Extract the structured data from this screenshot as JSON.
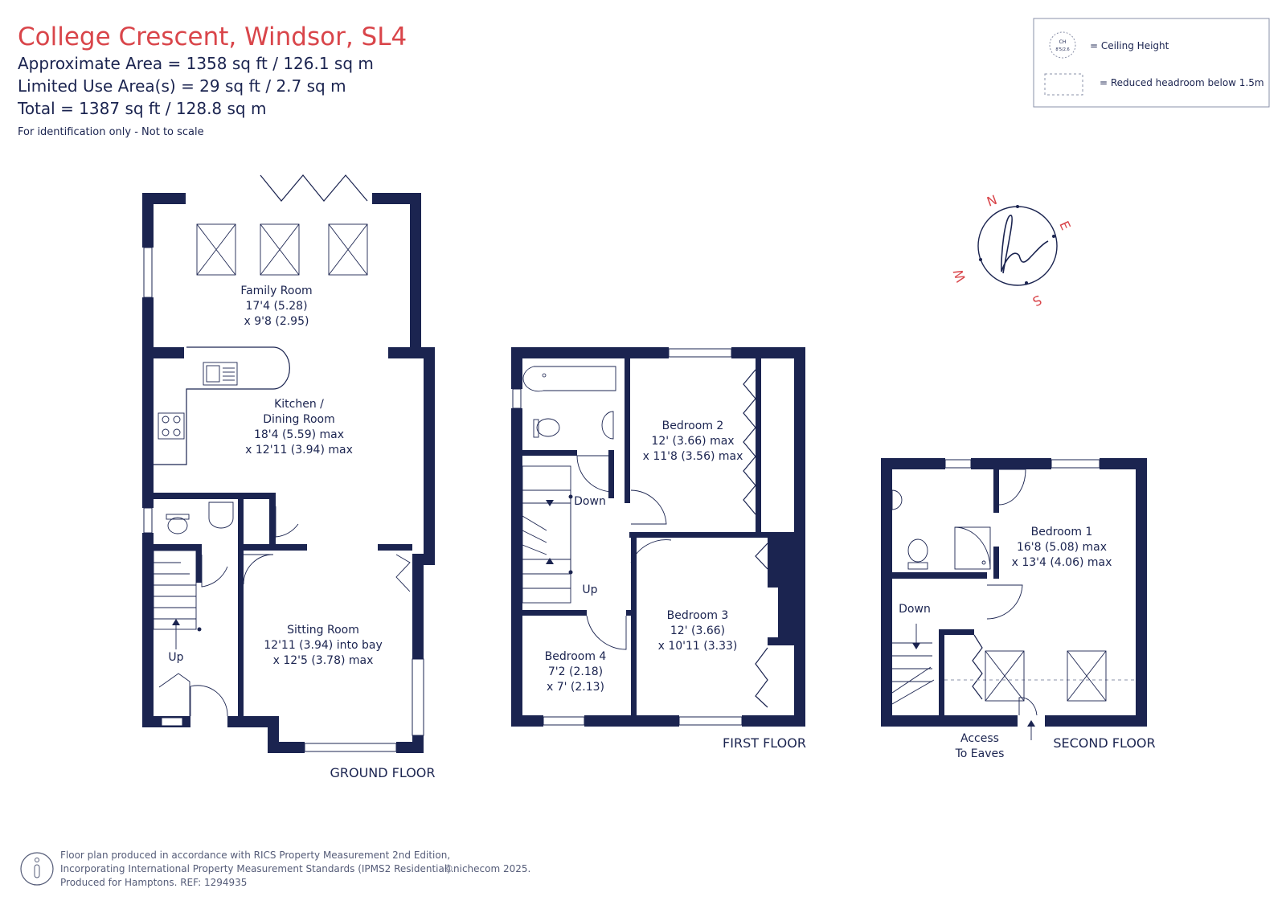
{
  "header": {
    "title": "College Crescent, Windsor, SL4",
    "approx_area": "Approximate Area = 1358  sq ft / 126.1  sq m",
    "limited_area": "Limited Use Area(s) = 29  sq ft / 2.7  sq m",
    "total_area": "Total = 1387 sq ft / 128.8 sq m",
    "note": "For identification only - Not to scale"
  },
  "legend": {
    "ch_symbol_line1": "CH",
    "ch_symbol_line2": "8'5/2.6",
    "ch_label": "= Ceiling Height",
    "reduced_label": "= Reduced headroom below 1.5m"
  },
  "compass": {
    "n": "N",
    "e": "E",
    "s": "S",
    "w": "W"
  },
  "ground_floor": {
    "label": "GROUND FLOOR",
    "family_room": {
      "name": "Family Room",
      "dim1": "17'4 (5.28)",
      "dim2": "x 9'8 (2.95)"
    },
    "kitchen": {
      "name1": "Kitchen /",
      "name2": "Dining Room",
      "dim1": "18'4 (5.59) max",
      "dim2": "x 12'11 (3.94) max"
    },
    "sitting_room": {
      "name": "Sitting Room",
      "dim1": "12'11 (3.94) into bay",
      "dim2": "x 12'5 (3.78) max"
    },
    "stairs_label": "Up"
  },
  "first_floor": {
    "label": "FIRST FLOOR",
    "bedroom2": {
      "name": "Bedroom 2",
      "dim1": "12' (3.66) max",
      "dim2": "x 11'8 (3.56) max"
    },
    "bedroom3": {
      "name": "Bedroom 3",
      "dim1": "12' (3.66)",
      "dim2": "x 10'11 (3.33)"
    },
    "bedroom4": {
      "name": "Bedroom 4",
      "dim1": "7'2 (2.18)",
      "dim2": "x 7' (2.13)"
    },
    "stairs_down": "Down",
    "stairs_up": "Up"
  },
  "second_floor": {
    "label": "SECOND FLOOR",
    "bedroom1": {
      "name": "Bedroom 1",
      "dim1": "16'8 (5.08) max",
      "dim2": "x 13'4 (4.06) max"
    },
    "stairs_down": "Down",
    "eaves1": "Access",
    "eaves2": "To Eaves"
  },
  "footer": {
    "line1": "Floor plan produced in accordance with RICS Property Measurement 2nd Edition,",
    "line2": "Incorporating International Property Measurement Standards (IPMS2 Residential).",
    "copyright": "©nichecom 2025.",
    "line3": "Produced for Hamptons.  REF:  1294935"
  }
}
